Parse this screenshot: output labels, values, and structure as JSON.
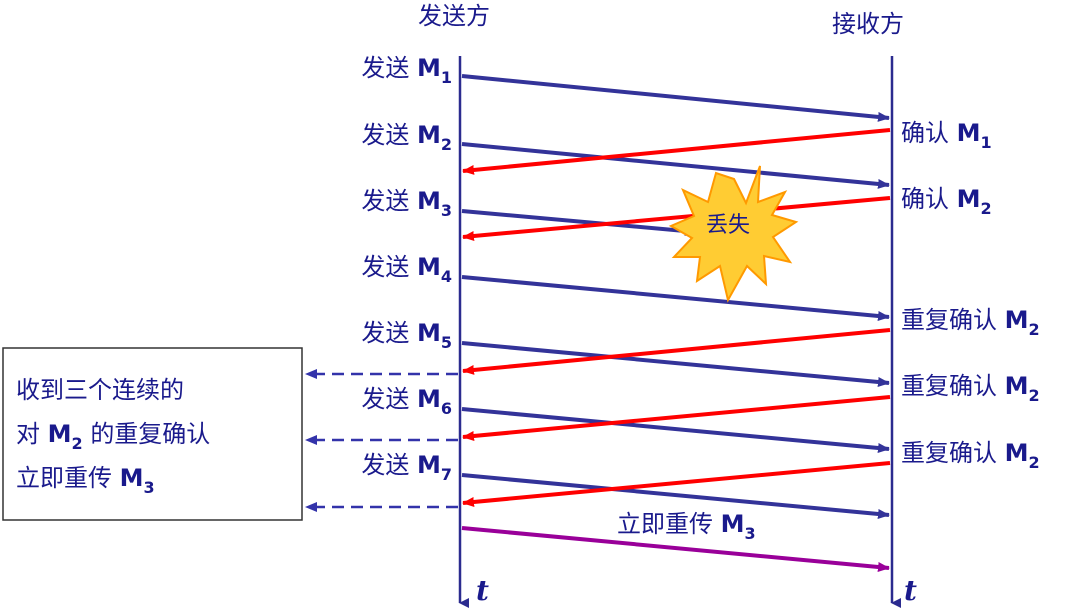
{
  "parties": {
    "sender": "发送方",
    "receiver": "接收方"
  },
  "time_label": "t",
  "send_prefix": "发送",
  "ack_prefix": "确认",
  "dup_ack_prefix": "重复确认",
  "msg_letter": "M",
  "sends": [
    "1",
    "2",
    "3",
    "4",
    "5",
    "6",
    "7"
  ],
  "acks": [
    {
      "kind": "ack",
      "n": "1"
    },
    {
      "kind": "ack",
      "n": "2"
    },
    {
      "kind": "dup",
      "n": "2"
    },
    {
      "kind": "dup",
      "n": "2"
    },
    {
      "kind": "dup",
      "n": "2"
    }
  ],
  "lost_label": "丢失",
  "retransmit": {
    "text": "立即重传",
    "n": "3"
  },
  "note": {
    "line1": "收到三个连续的",
    "line2_pre": "对",
    "line2_n": "2",
    "line2_post": "的重复确认",
    "line3": "立即重传",
    "line3_n": "3"
  },
  "colors": {
    "timeline": "#2b2b8f",
    "data_arrow": "#333399",
    "ack_arrow": "#ff0000",
    "dashed": "#3333aa",
    "retransmit_arrow": "#990099",
    "burst_fill": "#ffcc33",
    "burst_stroke": "#ff9900",
    "text": "#1a1a8c"
  }
}
